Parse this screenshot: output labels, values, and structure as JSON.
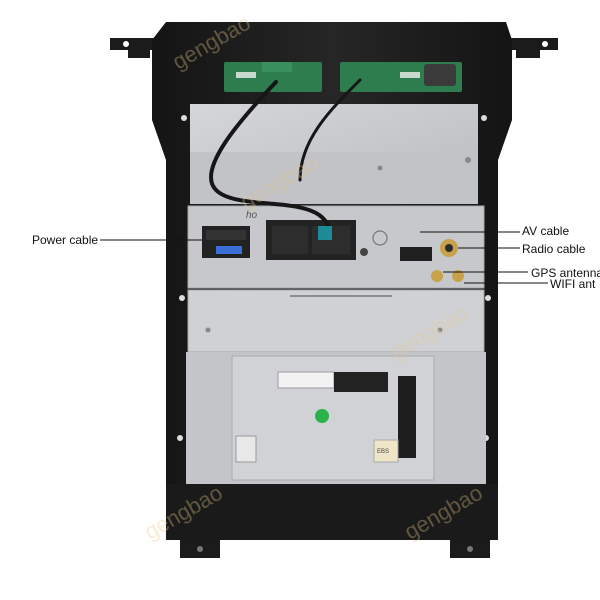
{
  "image": {
    "subject": "car-head-unit-rear-panel",
    "colors": {
      "frame": "#1e1e1e",
      "panel": "#c9cbcd",
      "panel_dark": "#a9abae",
      "pcb_green": "#2e7d4f",
      "connector_black": "#222222",
      "connector_white": "#f2f2f2",
      "gold": "#c8a24a",
      "cable": "#161616",
      "watermark": "#e8c98a"
    },
    "watermark_text": "gengbao"
  },
  "callouts": {
    "power": "Power cable",
    "av": "AV cable",
    "radio": "Radio cable",
    "gps": "GPS antenna",
    "wifi": "WIFI ant"
  },
  "markings": {
    "bracket_label": "ho",
    "chip_label": "EBS"
  }
}
